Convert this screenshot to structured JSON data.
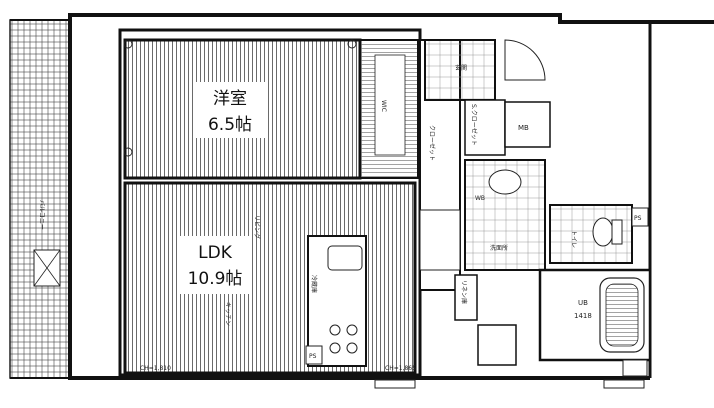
{
  "rooms": {
    "western": {
      "name": "洋室",
      "area": "6.5帖"
    },
    "ldk": {
      "name": "LDK",
      "area": "10.9帖"
    }
  },
  "labels": {
    "entrance": "玄関",
    "wic": "WIC",
    "sc": "S.クローゼット",
    "wb": "WB",
    "toilet": "トイレ",
    "washroom": "洗面所",
    "ub": "UB",
    "ub_size": "1418",
    "linen": "リネン庫",
    "kitchen": "キッチン",
    "living": "リビング",
    "closet": "クローゼット",
    "ps": "PS",
    "mb": "MB",
    "ch_left": "CH=1,810",
    "ch_right": "CH=1,865",
    "balcony": "バルコニー",
    "refrigerator": "冷蔵庫"
  }
}
